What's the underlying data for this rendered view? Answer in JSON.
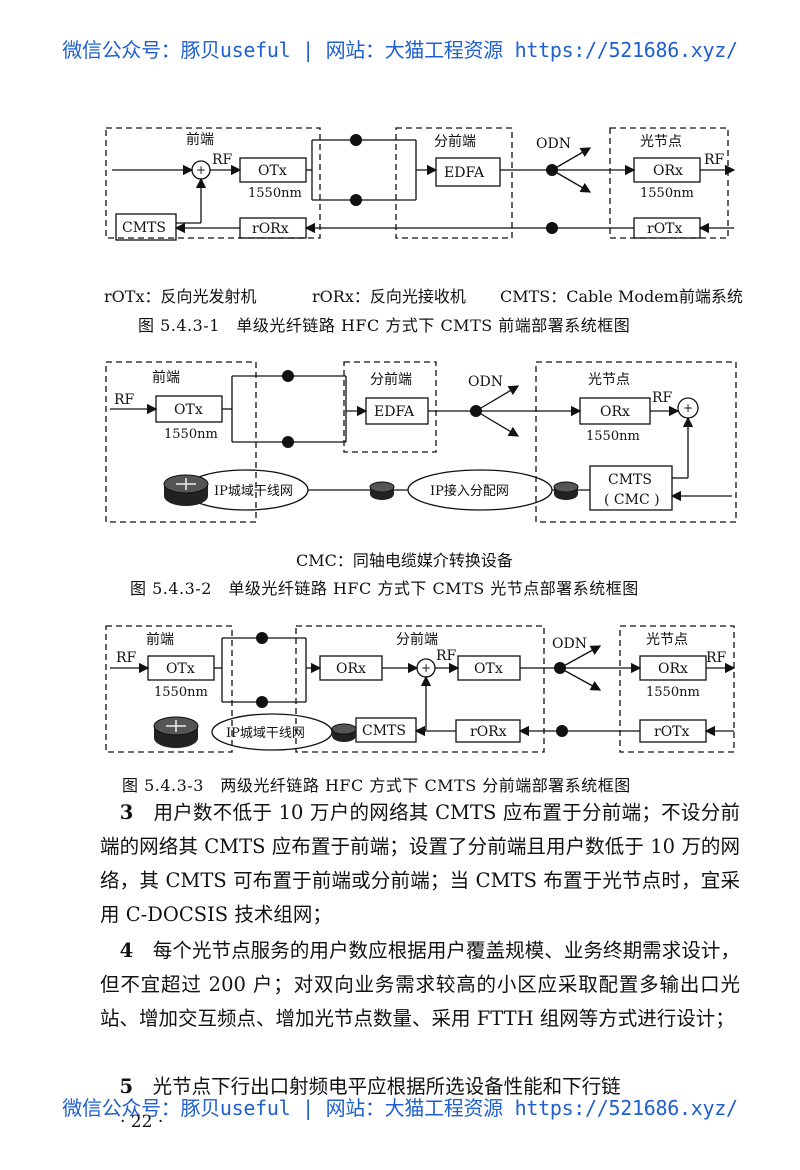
{
  "watermark": "微信公众号：豚贝useful | 网站：大猫工程资源 https://521686.xyz/",
  "fig1": {
    "labels": {
      "headend": "前端",
      "branch": "分前端",
      "node": "光节点",
      "odn": "ODN",
      "rf_in": "RF",
      "rf_out": "RF",
      "otx": "OTx",
      "otx_nm": "1550nm",
      "edfa": "EDFA",
      "orx": "ORx",
      "orx_nm": "1550nm",
      "cmts": "CMTS",
      "rorx": "rORx",
      "rotx": "rOTx",
      "plus": "+"
    },
    "legend": [
      "rOTx：反向光发射机",
      "rORx：反向光接收机",
      "CMTS：Cable Modem前端系统"
    ],
    "caption": "图 5.4.3-1　单级光纤链路 HFC 方式下 CMTS 前端部署系统框图"
  },
  "fig2": {
    "labels": {
      "headend": "前端",
      "branch": "分前端",
      "node": "光节点",
      "odn": "ODN",
      "rf_in": "RF",
      "rf_out": "RF",
      "otx": "OTx",
      "otx_nm": "1550nm",
      "edfa": "EDFA",
      "orx": "ORx",
      "orx_nm": "1550nm",
      "cmts": "CMTS",
      "cmc": "( CMC )",
      "ip_metro": "IP城域干线网",
      "ip_access": "IP接入分配网",
      "plus": "+"
    },
    "legend": [
      "CMC：同轴电缆媒介转换设备"
    ],
    "caption": "图 5.4.3-2　单级光纤链路 HFC 方式下 CMTS 光节点部署系统框图"
  },
  "fig3": {
    "labels": {
      "headend": "前端",
      "branch": "分前端",
      "node": "光节点",
      "odn": "ODN",
      "rf_in": "RF",
      "rf_mid": "RF",
      "rf_out": "RF",
      "otx": "OTx",
      "otx_nm": "1550nm",
      "orx_branch": "ORx",
      "otx_branch": "OTx",
      "orx": "ORx",
      "orx_nm": "1550nm",
      "cmts": "CMTS",
      "rorx": "rORx",
      "rotx": "rOTx",
      "ip_metro": "IP城域干线网",
      "plus": "+"
    },
    "caption": "图 5.4.3-3　两级光纤链路 HFC 方式下 CMTS 分前端部署系统框图"
  },
  "paragraphs": [
    {
      "num": "3",
      "text": "　用户数不低于 10 万户的网络其 CMTS 应布置于分前端；不设分前端的网络其 CMTS 应布置于前端；设置了分前端且用户数低于 10 万的网络，其 CMTS 可布置于前端或分前端；当 CMTS 布置于光节点时，宜采用 C-DOCSIS 技术组网；"
    },
    {
      "num": "4",
      "text": "　每个光节点服务的用户数应根据用户覆盖规模、业务终期需求设计，但不宜超过 200 户；对双向业务需求较高的小区应采取配置多输出口光站、增加交互频点、增加光节点数量、采用 FTTH 组网等方式进行设计；"
    },
    {
      "num": "5",
      "text": "　光节点下行出口射频电平应根据所选设备性能和下行链"
    }
  ],
  "page_number": "· 22 ·"
}
